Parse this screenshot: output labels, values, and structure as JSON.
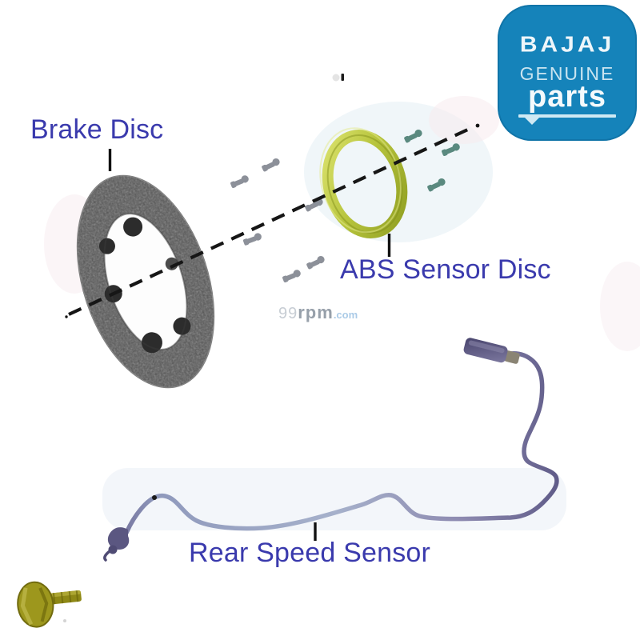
{
  "annotations": {
    "brake_disc": {
      "label": "Brake Disc"
    },
    "abs_sensor_disc": {
      "label": "ABS Sensor Disc"
    },
    "rear_speed_sensor": {
      "label": "Rear Speed Sensor"
    }
  },
  "watermark": {
    "number": "99",
    "name": "rpm",
    "tld": ".com"
  },
  "logo": {
    "brand": "BAJAJ",
    "subtitle": "GENUINE",
    "product": "parts"
  },
  "colors": {
    "label_text": "#3a3aad",
    "logo_background": "#1583ba",
    "logo_text": "#eef6fa",
    "brake_disc_gray": "#525252",
    "abs_ring_green": "#b6c23c",
    "cable_blue": "#9aa5c6",
    "connector_purple": "#5a5680",
    "hub_bolt_olive": "#9d971d",
    "teal_bolt": "#41776a",
    "gray_bolt": "#80858f",
    "annotation_line": "#151515",
    "watermark_gray": "#97a0aa",
    "watermark_blue": "#abcbe7"
  }
}
